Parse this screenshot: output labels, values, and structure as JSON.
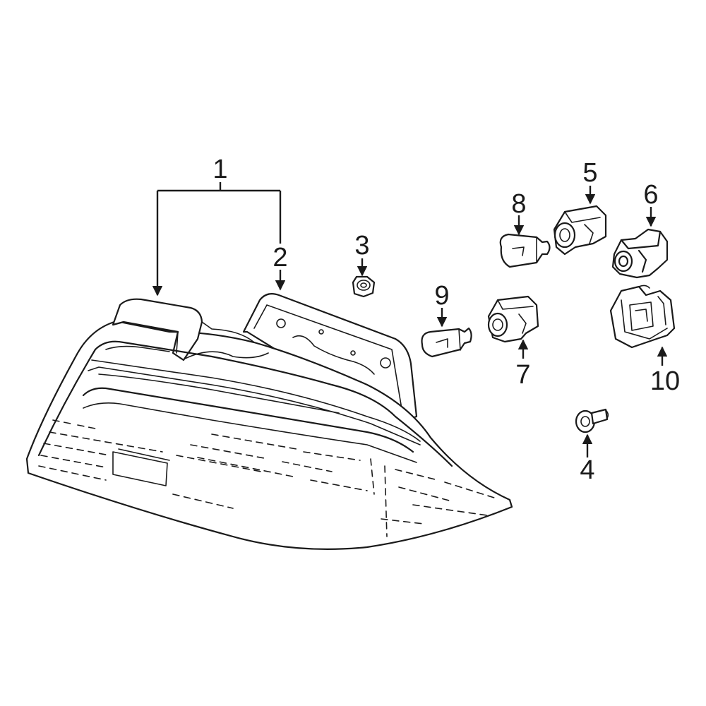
{
  "callouts": {
    "c1": "1",
    "c2": "2",
    "c3": "3",
    "c4": "4",
    "c5": "5",
    "c6": "6",
    "c7": "7",
    "c8": "8",
    "c9": "9",
    "c10": "10"
  },
  "colors": {
    "highlight": "#1f3fbf",
    "line": "#1a1a1a",
    "background": "#ffffff"
  }
}
